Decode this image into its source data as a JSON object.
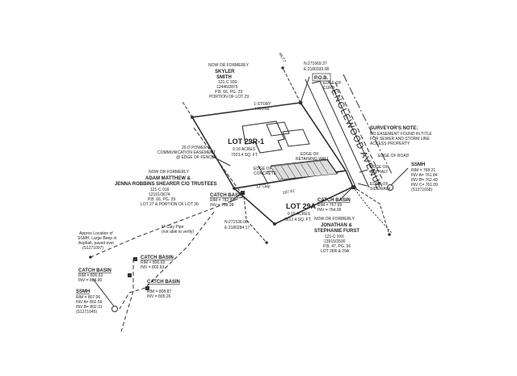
{
  "labels": {
    "pob_coords": [
      "N:271669.37",
      "E:2180333.08"
    ],
    "pob": "P.O.B.",
    "edge_of_curb": "EDGE OF\nCURB",
    "smith_block": [
      "NOW OR FORMERLY",
      "SKYLER",
      "SMITH",
      "121-C 930",
      "12446/2875",
      "P.B. 66, PG. 29",
      "PORTION OF LOT 29"
    ],
    "story_house": "1-STORY\nHOUSE",
    "lot29r1": "LOT 29R-1",
    "lot29r1_area": "0.16 ACRES\n7023.4 SQ. FT.",
    "road": "ENGLEWOOD AVENUE",
    "surveyors_note": [
      "SURVEYOR'S NOTE:",
      "NO EASEMENT FOUND IN TITLE",
      "FOR SEWER AND STORM LINE",
      "ACCESS PROPERTY"
    ],
    "easement": "20.0' POWER &\nCOMMUNICATION EASEMENT\n@ EDGE OF FENCE",
    "adam_block": [
      "NOW OR FORMERLY",
      "ADAM MATTHEW &",
      "JENNA ROBBINS SHEARER C/O TRUSTEES",
      "121-C 016",
      "12161/3674",
      "P.B. 66, PG. 29",
      "LOT 27 & PORTION OF LOT 30"
    ],
    "edge_concrete": "EDGE OF\nCONCRETE",
    "edge_retaining_wall": "EDGE OF\nRETAINING WALL",
    "edge_road": "EDGE OF ROAD",
    "edge_asphalt": "EDGE OF\nASPHALT",
    "ssmh_right": [
      "SSMH",
      "RIM = 768.21",
      "INV A= 761.84",
      "INV B= 762.49",
      "INV C= 761.09",
      "(S1271038)"
    ],
    "edge_sidewalk": "EDGE OF\nSIDEWALK",
    "catch_basin_1": [
      "CATCH BASIN",
      "RIM = 782.83",
      "INV = 798.38"
    ],
    "catch_basin_2": [
      "CATCH BASIN",
      "RIM = 767.69",
      "INV = 764.09"
    ],
    "lot29a": "LOT 29A",
    "lot29a_area": "0.15 ACRES\n6612.4 SQ. FT.",
    "pt_coords": [
      "N:271536.06",
      "E:2180284.17"
    ],
    "furst_block": [
      "NOW OR FORMERLY",
      "JONATHAN &",
      "STEPHANIE FURST",
      "121-C 9X6",
      "13915/3500",
      "P.B. 47, PG. 56",
      "LOT 28R & 29A"
    ],
    "clay_pipe_1": "6\" Clay Pipe\n(not able to verify)",
    "clay_pipe_2": "12\"Clay",
    "ssmh_note": [
      "Approx Location of",
      "SSMH, Large Beep in",
      "Asphalt, paved over",
      "(S1271097)"
    ],
    "catch_basin_3": [
      "CATCH BASIN",
      "RIM = 806.69",
      "INV = 802.63"
    ],
    "catch_basin_4": [
      "CATCH BASIN",
      "RIM = 806.63",
      "INV = 804.90"
    ],
    "catch_basin_5": [
      "CATCH BASIN",
      "RIM = 808.87",
      "INV = 805.26"
    ],
    "ssmh_left": [
      "SSMH",
      "RIM = 807.06",
      "INV A= 802.56",
      "INV B= 802.31",
      "(S1271045)"
    ],
    "dim_north": "48.77'",
    "dim_lot_line": "187.61'"
  }
}
